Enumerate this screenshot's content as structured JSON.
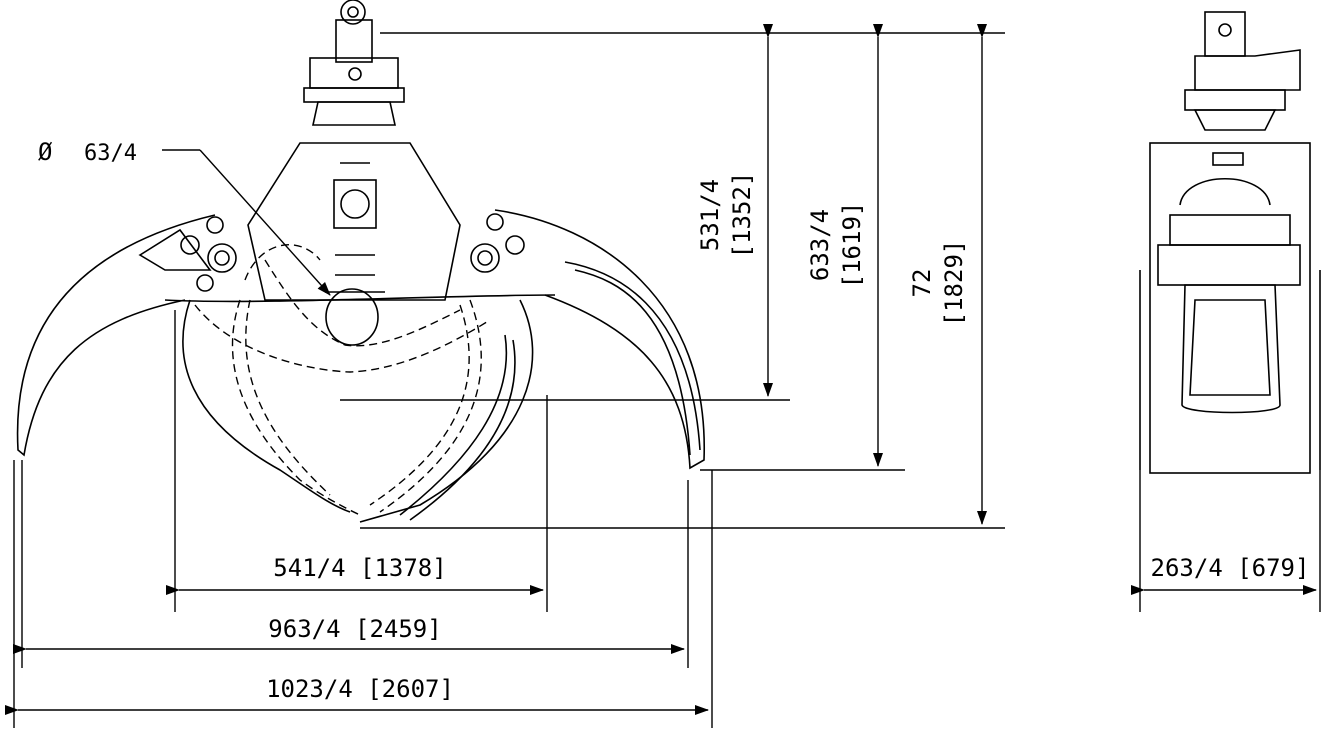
{
  "diagram": {
    "diameter_symbol": "Ø",
    "diameter_value": "63/4",
    "vertical_dims": [
      {
        "value": "531/4",
        "metric": "[1352]"
      },
      {
        "value": "633/4",
        "metric": "[1619]"
      },
      {
        "value": "72",
        "metric": "[1829]"
      }
    ],
    "horizontal_dims": [
      {
        "value": "541/4 [1378]"
      },
      {
        "value": "963/4 [2459]"
      },
      {
        "value": "1023/4 [2607]"
      }
    ],
    "side_width": {
      "value": "263/4 [679]"
    }
  }
}
